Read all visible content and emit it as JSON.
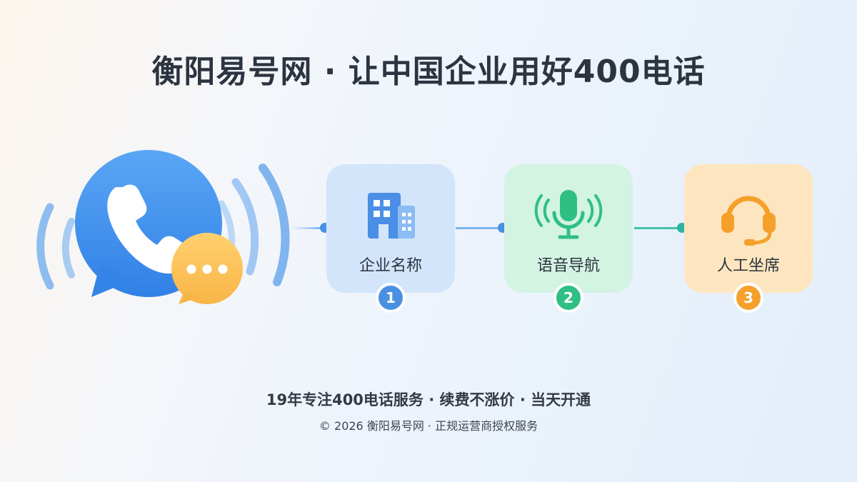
{
  "title": "衡阳易号网 · 让中国企业用好400电话",
  "steps": [
    {
      "label": "企业名称",
      "number": "1",
      "icon": "building-icon",
      "accent": "#4a90e2",
      "bg": "#d2e5fb"
    },
    {
      "label": "语音导航",
      "number": "2",
      "icon": "microphone-icon",
      "accent": "#2fbf85",
      "bg": "#d3f3e3"
    },
    {
      "label": "人工坐席",
      "number": "3",
      "icon": "headset-icon",
      "accent": "#f5a02b",
      "bg": "#fde6bf"
    }
  ],
  "hero": {
    "icon": "phone-chat-icon",
    "accent": "#3f8eea",
    "bubble": "#fcc45a"
  },
  "tagline": "19年专注400电话服务 · 续费不涨价 · 当天开通",
  "footer": "© 2026 衡阳易号网 · 正规运营商授权服务"
}
